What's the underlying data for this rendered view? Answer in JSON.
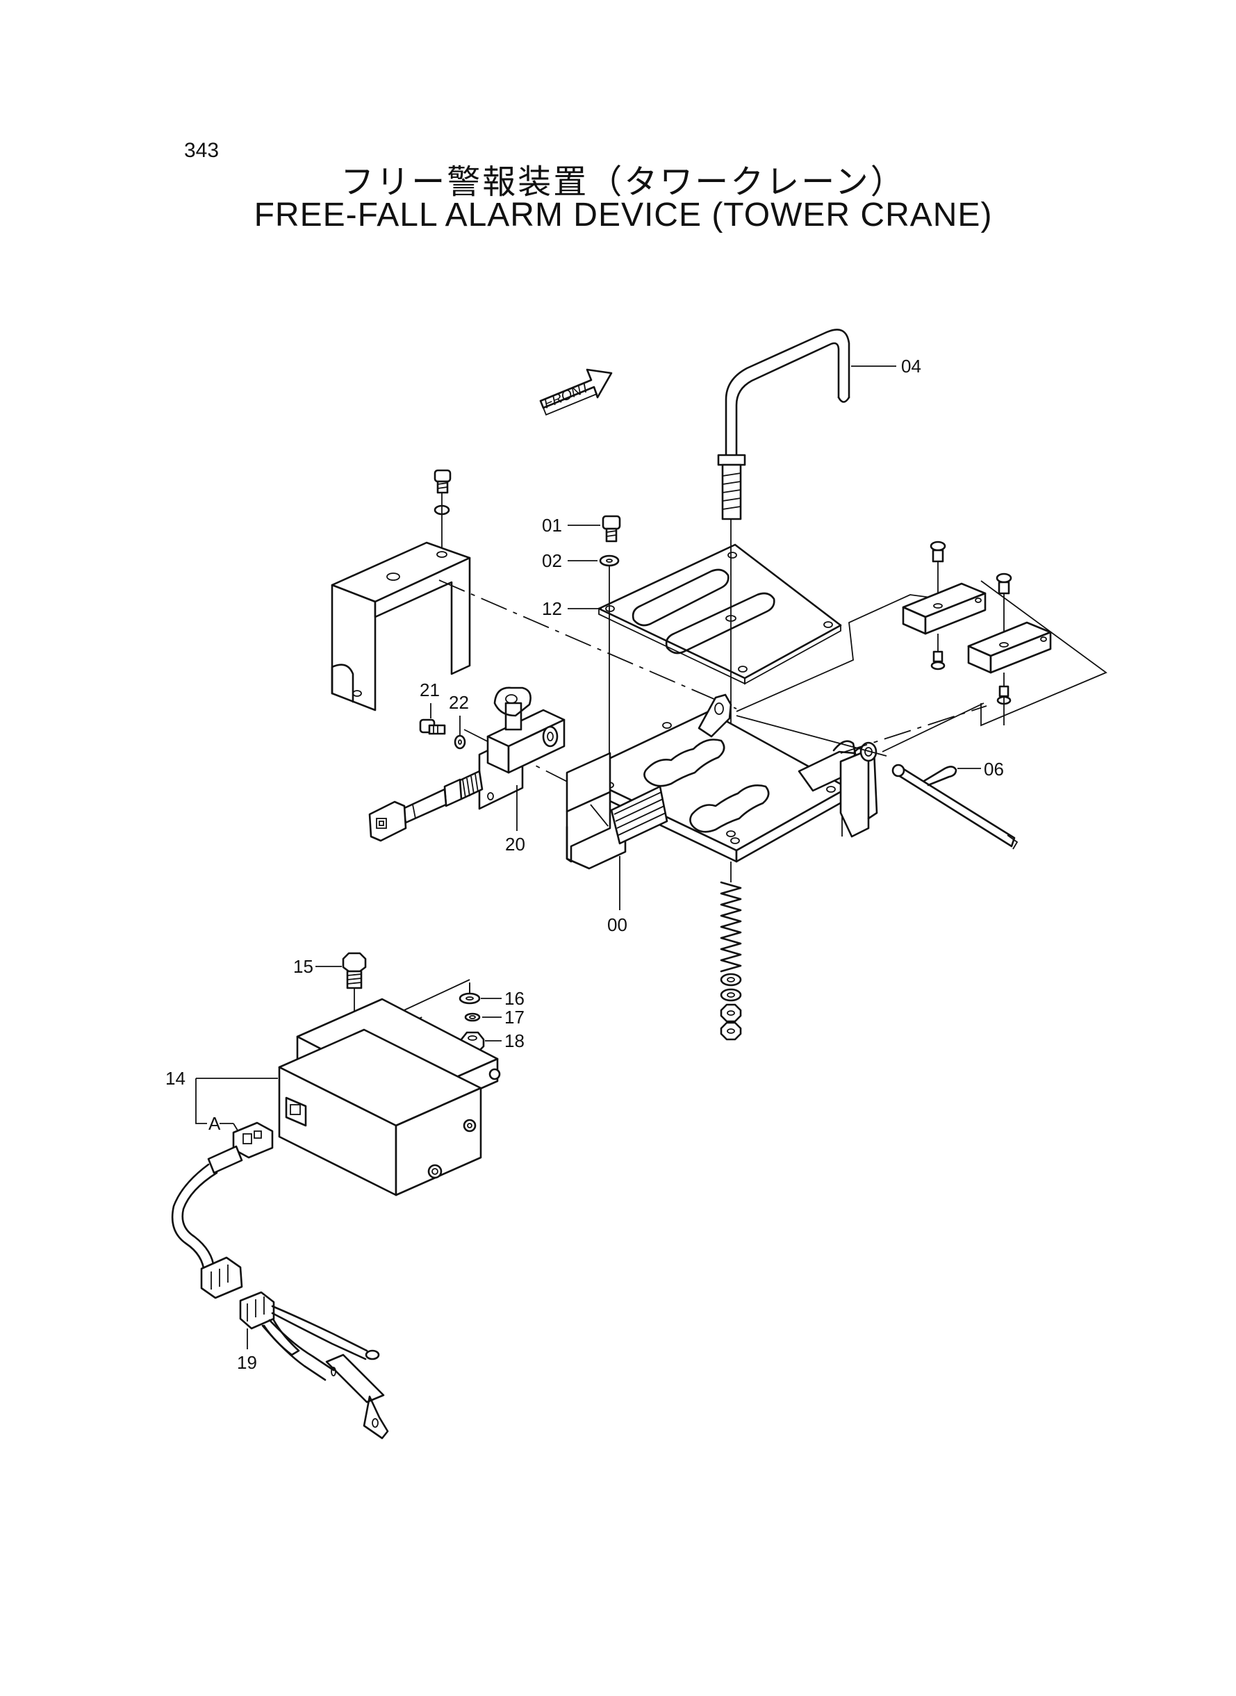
{
  "page_number": "343",
  "title_jp": "フリー警報装置（タワークレーン）",
  "title_en": "FREE-FALL ALARM DEVICE (TOWER CRANE)",
  "front_label": "FRONT",
  "callouts": {
    "c00": "00",
    "c01": "01",
    "c02": "02",
    "c04": "04",
    "c06": "06",
    "c12": "12",
    "c14": "14",
    "c15": "15",
    "c16": "16",
    "c17": "17",
    "c18": "18",
    "c19": "19",
    "c20": "20",
    "c21": "21",
    "c22": "22",
    "cA": "A"
  }
}
